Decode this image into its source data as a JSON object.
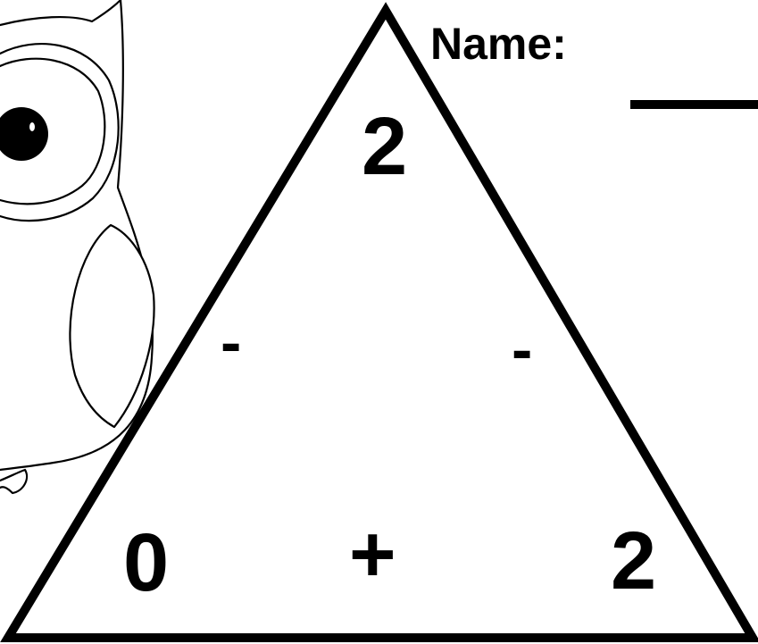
{
  "header": {
    "name_label": "Name:"
  },
  "fact_triangle": {
    "top_number": "2",
    "left_operator": "-",
    "right_operator": "-",
    "bottom_left_number": "0",
    "bottom_operator": "+",
    "bottom_right_number": "2"
  },
  "decorations": {
    "mascot": "owl-icon"
  },
  "colors": {
    "ink": "#000000",
    "paper": "#ffffff"
  }
}
